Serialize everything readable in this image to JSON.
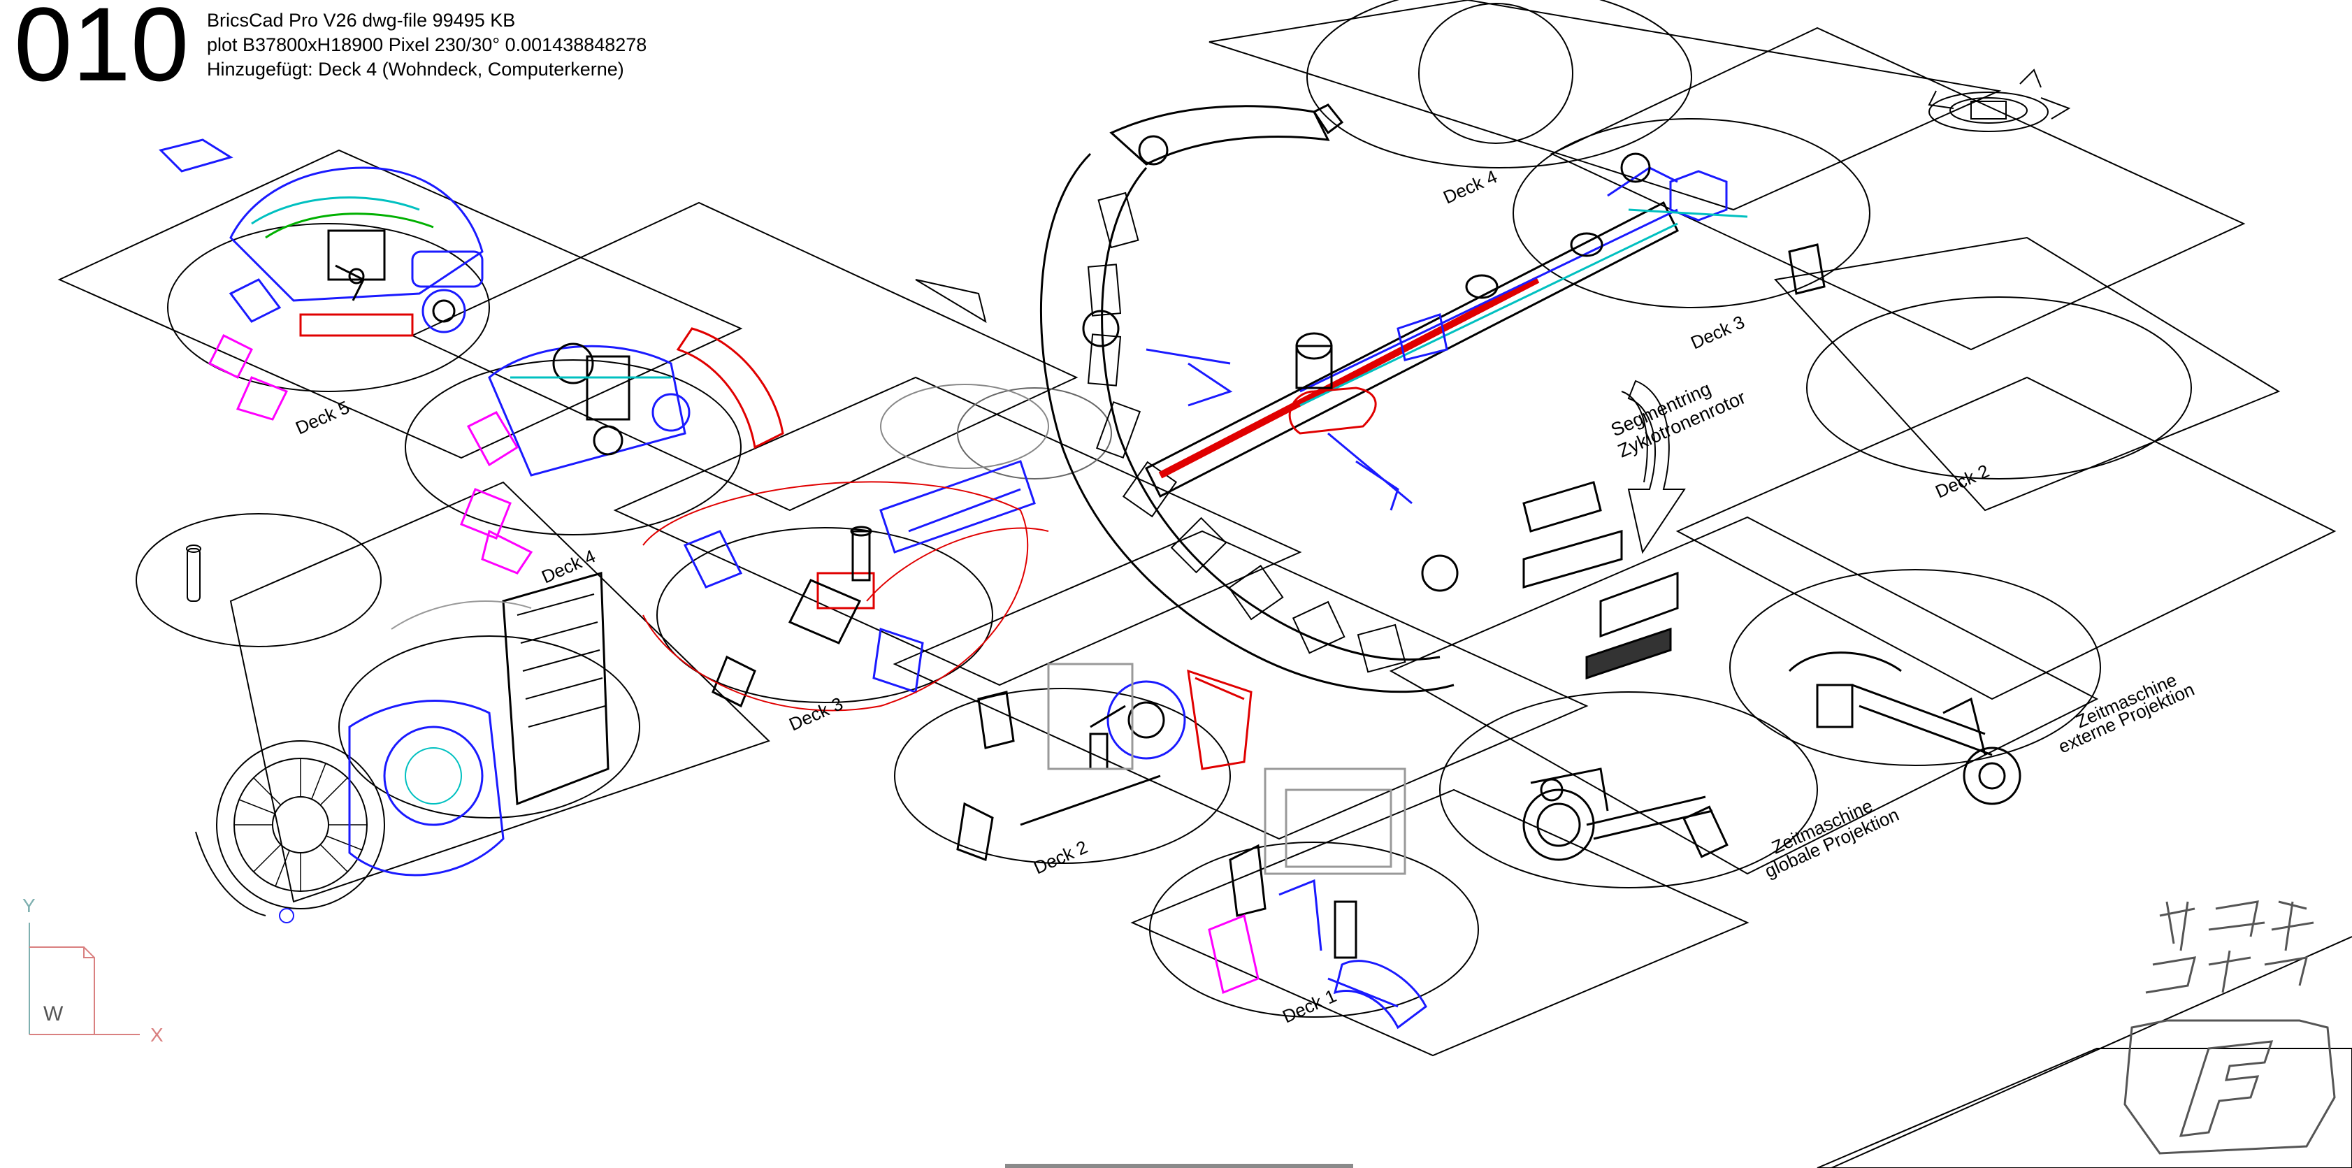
{
  "header": {
    "number": "010",
    "line1": "BricsCad Pro V26 dwg-file 99495 KB",
    "line2": "plot B37800xH18900 Pixel 230/30° 0.001438848278",
    "line3": "Hinzugefügt: Deck 4 (Wohndeck, Computerkerne)"
  },
  "labels": {
    "deck5": "Deck 5",
    "deck4_left": "Deck 4",
    "deck3_left": "Deck 3",
    "deck2_left": "Deck 2",
    "deck1": "Deck 1",
    "deck4_right": "Deck 4",
    "deck3_right": "Deck 3",
    "deck2_right": "Deck 2",
    "segmentring": "Segmentring",
    "zyklotronenrotor": "Zyklotronenrotor",
    "zm_global_1": "Zeitmaschine",
    "zm_global_2": "globale Projektion",
    "zm_extern_1": "Zeitmaschine",
    "zm_extern_2": "externe Projektion"
  },
  "ucs": {
    "y": "Y",
    "x": "X",
    "w": "W"
  },
  "colors": {
    "line": "#000000",
    "blue": "#1a1aff",
    "red": "#e00000",
    "magenta": "#ff00ff",
    "cyan": "#00c0c0",
    "green": "#00b000",
    "gray": "#9a9a9a"
  }
}
